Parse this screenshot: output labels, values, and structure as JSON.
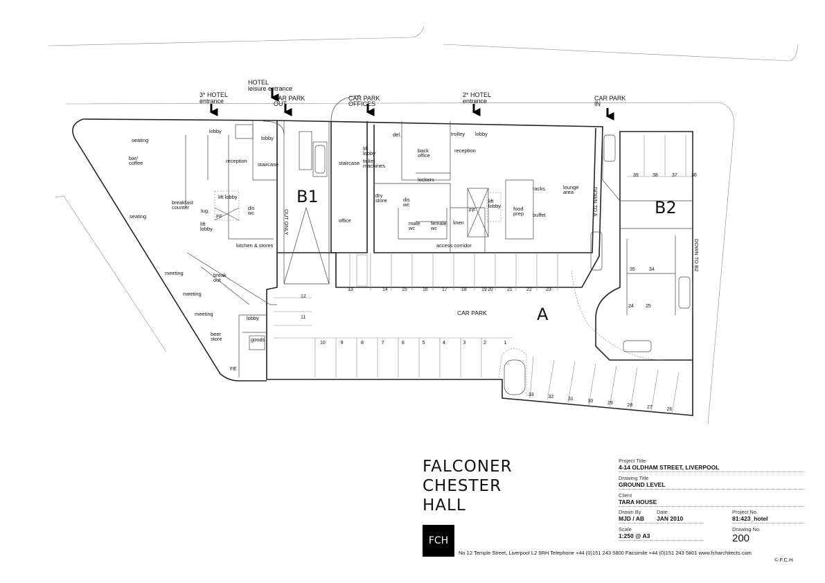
{
  "entrances": {
    "hotel3_l1": "3* HOTEL",
    "hotel3_l2": "entrance",
    "leisure_l1": "HOTEL",
    "leisure_l2": "leisure entrance",
    "cpout_l1": "CAR PARK",
    "cpout_l2": "OUT",
    "cpoff_l1": "CAR PARK",
    "cpoff_l2": "OFFICES",
    "hotel2_l1": "2* HOTEL",
    "hotel2_l2": "entrance",
    "cpin_l1": "CAR PARK",
    "cpin_l2": "IN"
  },
  "rooms": {
    "lobby1": "lobby",
    "lobby2": "lobby",
    "seating1": "seating",
    "bar1": "bar/",
    "bar2": "coffee",
    "reception1": "reception",
    "staircase1": "staircase",
    "breakfast1": "breakfast",
    "breakfast2": "counter",
    "liftlobby1a": "lift lobby",
    "lug": "lug.",
    "ff1": "FF",
    "diswc1a": "dis",
    "diswc1b": "wc",
    "liftlobby2a": "lift",
    "liftlobby2b": "lobby",
    "seating2": "seating",
    "kitchen": "kitchen & stores",
    "meeting1": "meeting",
    "meeting2": "meeting",
    "meeting3": "meeting",
    "breakout1": "break",
    "breakout2": "out",
    "lobby3": "lobby",
    "beer1": "beer",
    "beer2": "store",
    "goods": "goods",
    "fe": "FE",
    "outonly": "OUT ONLY",
    "liftlobby3a": "lift",
    "liftlobby3b": "lobby",
    "staircase2": "staircase",
    "ticket1": "ticket",
    "ticket2": "machines",
    "office": "office",
    "del": "del.",
    "backoffice1": "back",
    "backoffice2": "office",
    "lockers": "lockers",
    "drystore1": "dry",
    "drystore2": "store",
    "diswc2a": "dis",
    "diswc2b": "wc",
    "male1": "male",
    "male2": "wc",
    "female1": "female",
    "female2": "wc",
    "linen": "linen",
    "ff2": "FF",
    "liftlobby4a": "lift",
    "liftlobby4b": "lobby",
    "trolley": "trolley",
    "lobby4": "lobby",
    "reception2": "reception",
    "racks": "racks",
    "food1": "food",
    "food2": "prep",
    "buffet": "buffet",
    "lounge1": "lounge",
    "lounge2": "area",
    "corridor": "access corridor",
    "downA": "DOWN TO A",
    "downB2": "DOWN TO B2",
    "carpark": "CAR PARK"
  },
  "zones": {
    "b1": "B1",
    "b2": "B2",
    "a": "A"
  },
  "spaces": {
    "top_row": [
      "13",
      "14",
      "15",
      "16",
      "17",
      "18",
      "19",
      "20",
      "21",
      "22",
      "23"
    ],
    "bottom_row": [
      "10",
      "9",
      "8",
      "7",
      "6",
      "5",
      "4",
      "3",
      "2",
      "1"
    ],
    "left_col": [
      "12",
      "11"
    ],
    "b2_top": [
      "39",
      "38",
      "37",
      "36"
    ],
    "b2_mid": [
      "35",
      "34"
    ],
    "b2_low": [
      "24",
      "25"
    ],
    "lower_row": [
      "33",
      "32",
      "31",
      "30",
      "29",
      "28",
      "27",
      "26"
    ]
  },
  "firm": {
    "line1": "FALCONER",
    "line2": "CHESTER",
    "line3": "HALL",
    "logo": "FCH",
    "address": "No 12 Temple Street, Liverpool L2 5RH   Telephone +44 (0)151 243 5800  Facsimile +44 (0)151 243 5801   www.fcharchitects.com",
    "copyright": "© F.C.H."
  },
  "title_block": {
    "project_title_label": "Project Title",
    "project_title": "4-14 OLDHAM STREET, LIVERPOOL",
    "drawing_title_label": "Drawing Title",
    "drawing_title": "GROUND LEVEL",
    "client_label": "Client",
    "client": "TARA HOUSE",
    "drawn_by_label": "Drawn By",
    "drawn_by": "MJD / AB",
    "date_label": "Date",
    "date": "JAN 2010",
    "project_no_label": "Project No.",
    "project_no": "81:423_hotel",
    "scale_label": "Scale",
    "scale": "1:250 @ A3",
    "drawing_no_label": "Drawing No.",
    "drawing_no": "200"
  }
}
